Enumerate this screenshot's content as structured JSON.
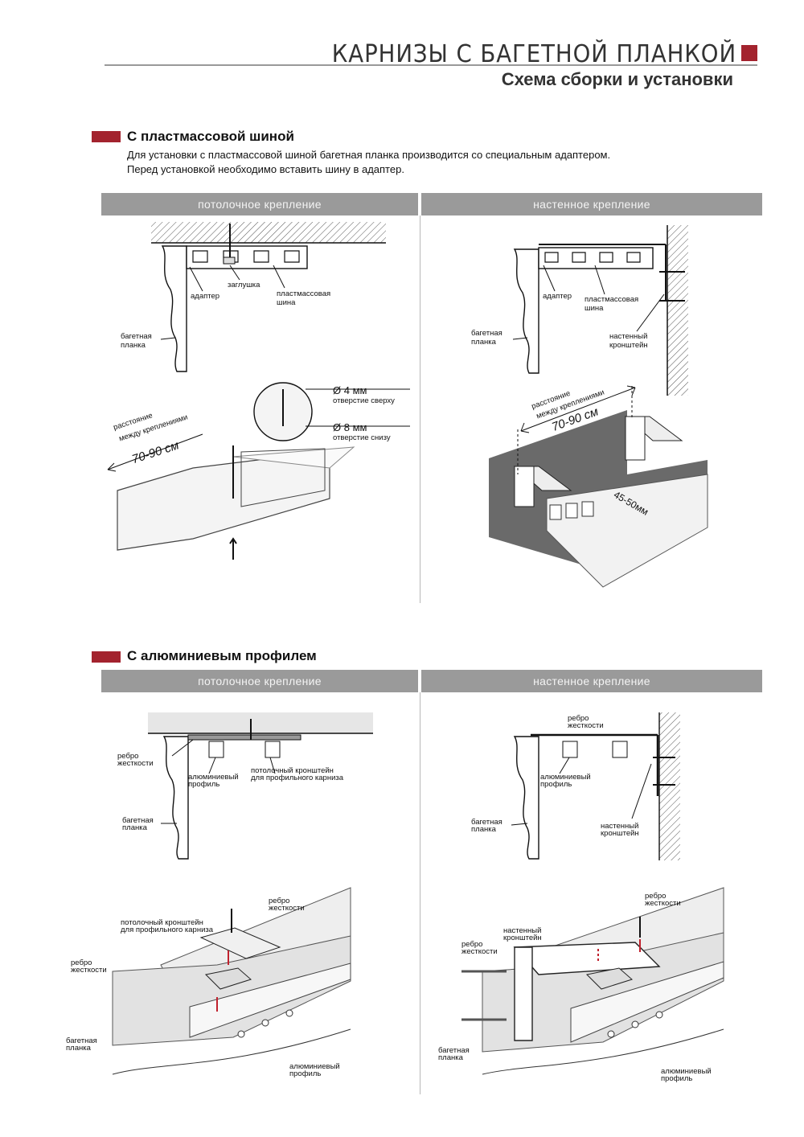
{
  "header": {
    "title": "КАРНИЗЫ С БАГЕТНОЙ ПЛАНКОЙ",
    "subtitle": "Схема сборки и установки",
    "accent_color": "#a3232e"
  },
  "section1": {
    "title": "С пластмассовой шиной",
    "desc_line1": "Для установки с пластмассовой шиной багетная планка производится со специальным адаптером.",
    "desc_line2": "Перед установкой необходимо вставить шину в адаптер.",
    "ceiling_label": "потолочное крепление",
    "wall_label": "настенное крепление",
    "ceiling": {
      "adapter": "адаптер",
      "plug": "заглушка",
      "rail_1": "пластмассовая",
      "rail_2": "шина",
      "plank_1": "багетная",
      "plank_2": "планка",
      "dist_1": "расстояние",
      "dist_2": "между креплениями",
      "dist_value": "70-90 см",
      "hole_top_size": "Ø 4 мм",
      "hole_top_text": "отверстие сверху",
      "hole_bottom_size": "Ø 8 мм",
      "hole_bottom_text": "отверстие снизу"
    },
    "wall": {
      "adapter": "адаптер",
      "rail_1": "пластмассовая",
      "rail_2": "шина",
      "plank_1": "багетная",
      "plank_2": "планка",
      "bracket_1": "настенный",
      "bracket_2": "кронштейн",
      "dist_1": "расстояние",
      "dist_2": "между креплениями",
      "dist_value": "70-90 см",
      "offset": "45-50мм"
    }
  },
  "section2": {
    "title": "С алюминиевым профилем",
    "ceiling_label": "потолочное крепление",
    "wall_label": "настенное крепление",
    "ceiling": {
      "rib_1": "ребро",
      "rib_2": "жесткости",
      "profile_1": "алюминиевый",
      "profile_2": "профиль",
      "bracket_1": "потолочный кронштейн",
      "bracket_2": "для профильного карниза",
      "plank_1": "багетная",
      "plank_2": "планка",
      "iso_bracket_1": "потолочный кронштейн",
      "iso_bracket_2": "для профильного карниза",
      "iso_rib_top_1": "ребро",
      "iso_rib_top_2": "жесткости",
      "iso_rib_left_1": "ребро",
      "iso_rib_left_2": "жесткости",
      "iso_plank_1": "багетная",
      "iso_plank_2": "планка",
      "iso_profile_1": "алюминиевый",
      "iso_profile_2": "профиль"
    },
    "wall": {
      "rib_1": "ребро",
      "rib_2": "жесткости",
      "profile_1": "алюминиевый",
      "profile_2": "профиль",
      "plank_1": "багетная",
      "plank_2": "планка",
      "bracket_1": "настенный",
      "bracket_2": "кронштейн",
      "iso_bracket_1": "настенный",
      "iso_bracket_2": "кронштейн",
      "iso_rib_left_1": "ребро",
      "iso_rib_left_2": "жесткости",
      "iso_rib_top_1": "ребро",
      "iso_rib_top_2": "жесткости",
      "iso_plank_1": "багетная",
      "iso_plank_2": "планка",
      "iso_profile_1": "алюминиевый",
      "iso_profile_2": "профиль"
    }
  }
}
